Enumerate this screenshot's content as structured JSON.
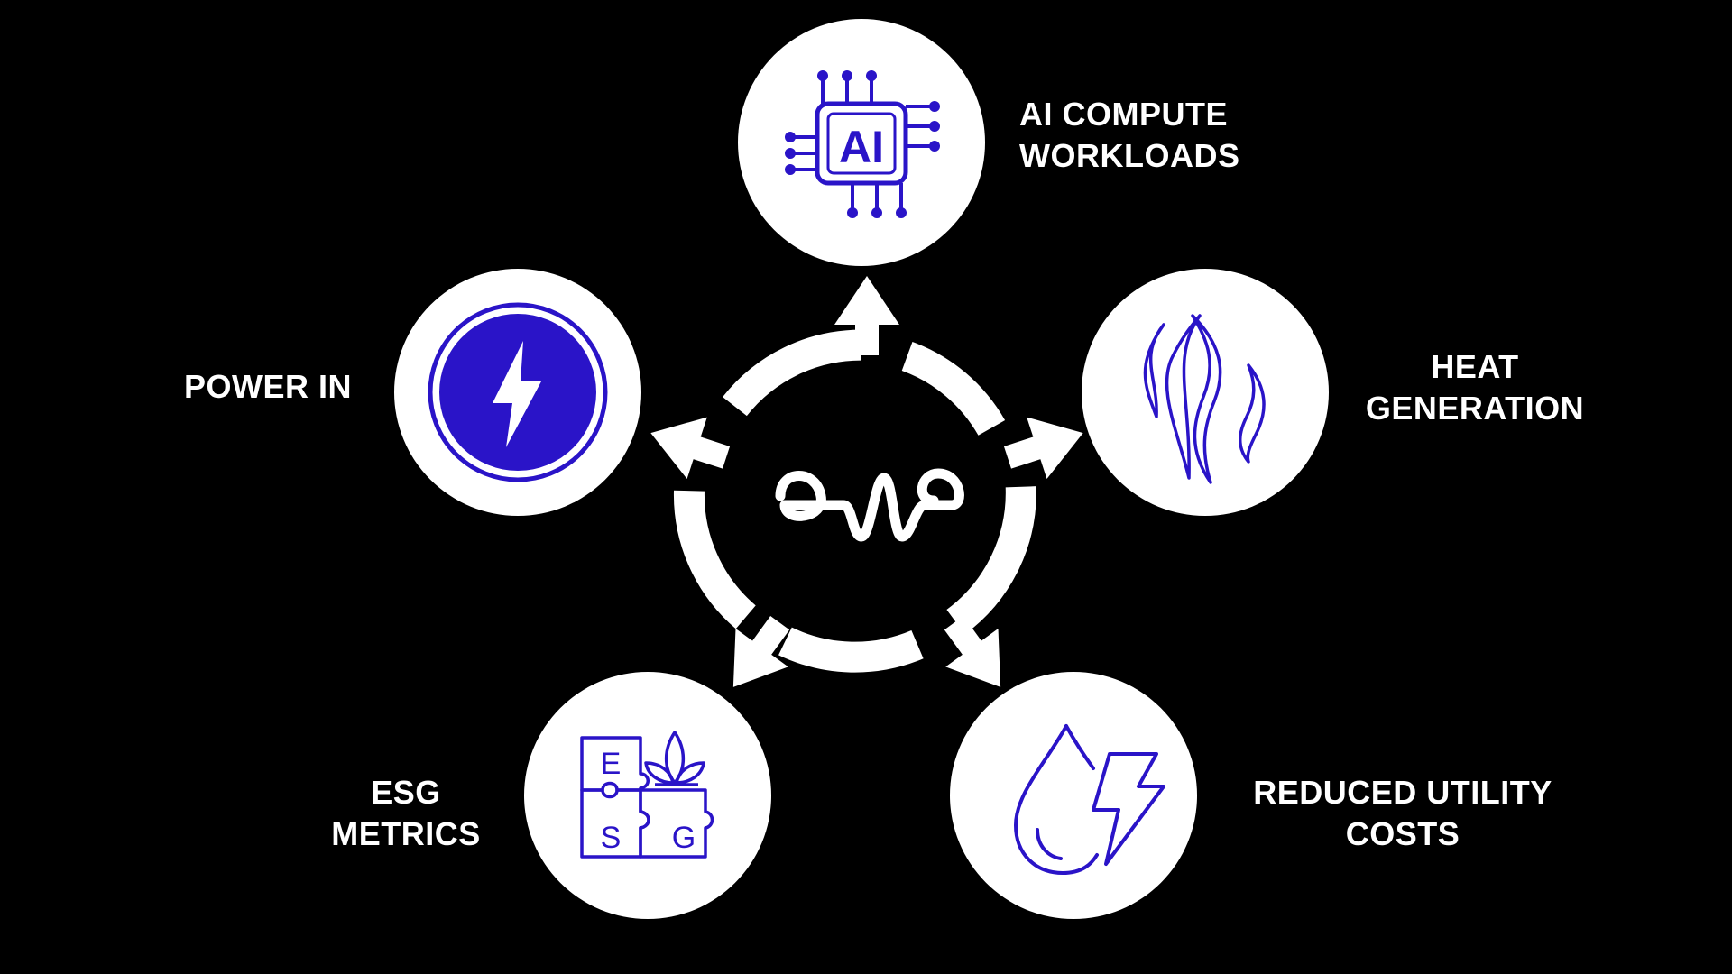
{
  "colors": {
    "background": "#000000",
    "ring": "#ffffff",
    "node_fill": "#ffffff",
    "icon_accent": "#2a14c8",
    "label_text": "#ffffff"
  },
  "hub": {
    "icon": "wave-logo-icon"
  },
  "nodes": [
    {
      "id": "ai-compute",
      "icon": "ai-chip-icon",
      "icon_text": "AI",
      "label_lines": [
        "AI COMPUTE",
        "WORKLOADS"
      ]
    },
    {
      "id": "heat-generation",
      "icon": "heat-waves-icon",
      "label_lines": [
        "HEAT",
        "GENERATION"
      ]
    },
    {
      "id": "reduced-utility-costs",
      "icon": "water-drop-lightning-icon",
      "label_lines": [
        "REDUCED UTILITY",
        "COSTS"
      ]
    },
    {
      "id": "esg-metrics",
      "icon": "esg-puzzle-leaf-icon",
      "icon_letters": [
        "E",
        "S",
        "G"
      ],
      "label_lines": [
        "ESG",
        "METRICS"
      ]
    },
    {
      "id": "power-in",
      "icon": "lightning-bolt-icon",
      "label_lines": [
        "POWER IN"
      ]
    }
  ]
}
